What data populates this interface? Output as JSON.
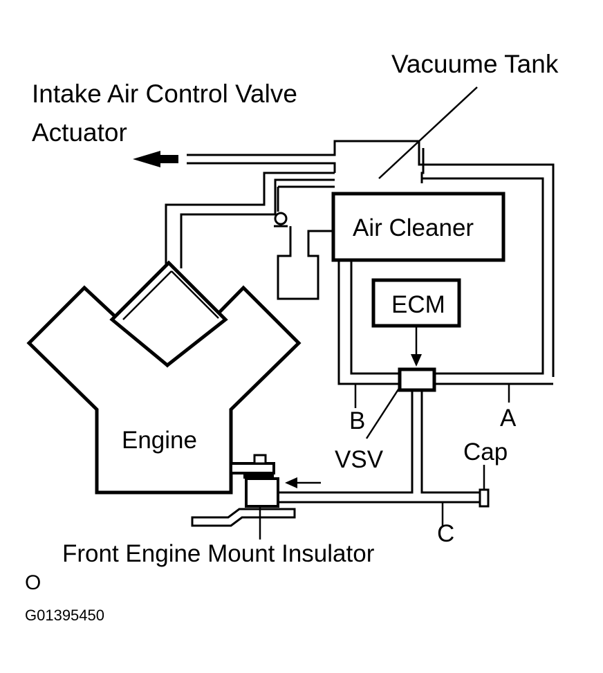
{
  "labels": {
    "vacuum_tank": "Vacuume Tank",
    "iacv_actuator_line1": "Intake Air Control Valve",
    "iacv_actuator_line2": "Actuator",
    "air_cleaner": "Air Cleaner",
    "ecm": "ECM",
    "engine": "Engine",
    "port_a": "A",
    "port_b": "B",
    "port_c": "C",
    "vsv": "VSV",
    "cap": "Cap",
    "mount_insulator": "Front Engine Mount Insulator",
    "corner_mark": "O",
    "figure_code": "G01395450"
  }
}
